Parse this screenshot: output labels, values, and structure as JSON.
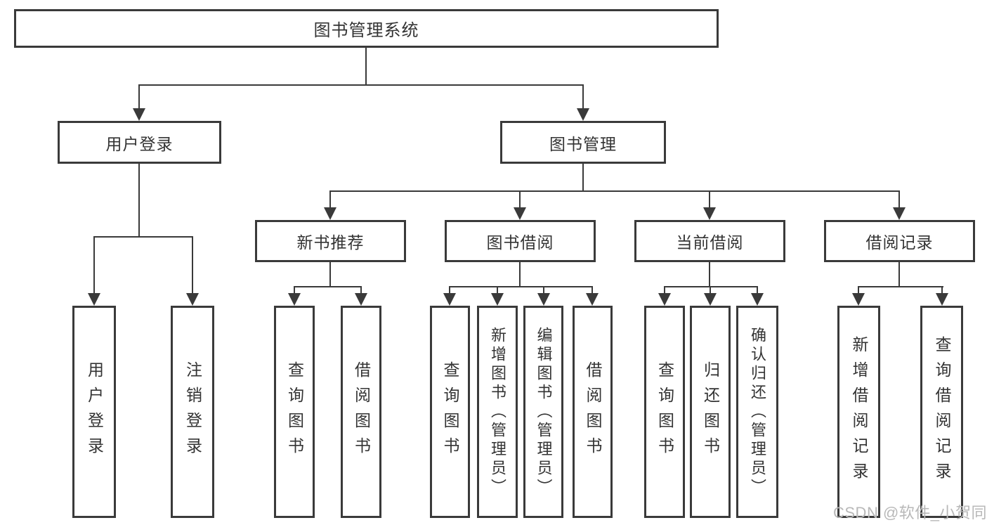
{
  "tree": {
    "label": "图书管理系统",
    "children": [
      {
        "label": "用户登录",
        "children": [
          {
            "label": "用户登录"
          },
          {
            "label": "注销登录"
          }
        ]
      },
      {
        "label": "图书管理",
        "children": [
          {
            "label": "新书推荐",
            "children": [
              {
                "label": "查询图书"
              },
              {
                "label": "借阅图书"
              }
            ]
          },
          {
            "label": "图书借阅",
            "children": [
              {
                "label": "查询图书"
              },
              {
                "label": "新增图书（管理员）"
              },
              {
                "label": "编辑图书（管理员）"
              },
              {
                "label": "借阅图书"
              }
            ]
          },
          {
            "label": "当前借阅",
            "children": [
              {
                "label": "查询图书"
              },
              {
                "label": "归还图书"
              },
              {
                "label": "确认归还（管理员）"
              }
            ]
          },
          {
            "label": "借阅记录",
            "children": [
              {
                "label": "新增借阅记录"
              },
              {
                "label": "查询借阅记录"
              }
            ]
          }
        ]
      }
    ]
  },
  "watermark": "CSDN @软件_小贺同学",
  "colors": {
    "line": "#3a3a3a",
    "text": "#333333",
    "watermark": "#b8b8b8",
    "background": "#ffffff"
  }
}
